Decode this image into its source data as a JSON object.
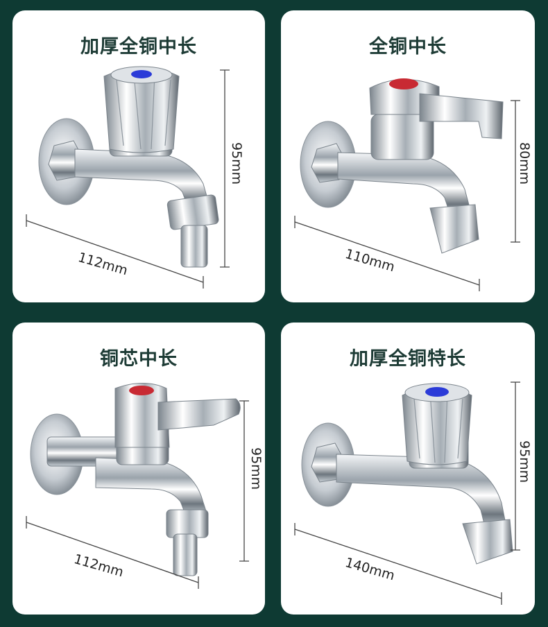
{
  "colors": {
    "background": "#0e3a33",
    "card": "#ffffff",
    "title": "#1d3b35",
    "handle_blue": "#2b3bd8",
    "handle_red": "#c82a33"
  },
  "products": [
    {
      "title": "加厚全铜中长",
      "length_label": "112mm",
      "height_label": "95mm",
      "handle_icon": "knob-blue-icon"
    },
    {
      "title": "全铜中长",
      "length_label": "110mm",
      "height_label": "80mm",
      "handle_icon": "lever-red-icon"
    },
    {
      "title": "铜芯中长",
      "length_label": "112mm",
      "height_label": "95mm",
      "handle_icon": "lever-red-icon"
    },
    {
      "title": "加厚全铜特长",
      "length_label": "140mm",
      "height_label": "95mm",
      "handle_icon": "knob-blue-icon"
    }
  ]
}
